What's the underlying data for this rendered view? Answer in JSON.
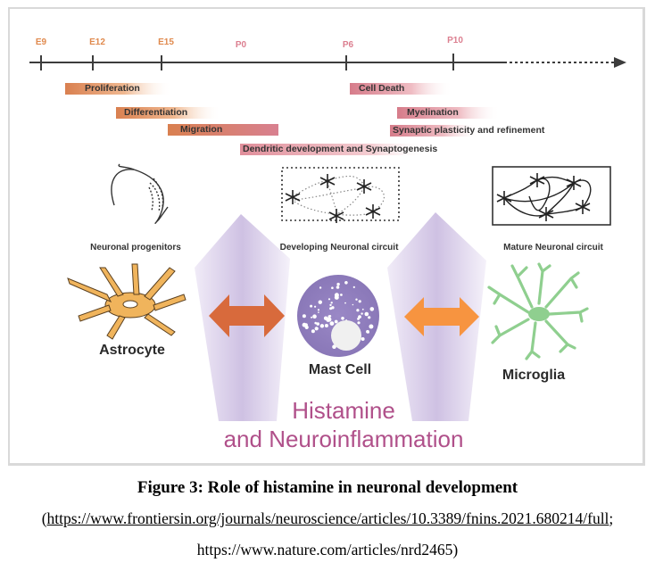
{
  "figure": {
    "timeline": {
      "ticks": [
        {
          "label": "E9",
          "color": "#e08a4e"
        },
        {
          "label": "E12",
          "color": "#e08a4e"
        },
        {
          "label": "E15",
          "color": "#e08a4e"
        },
        {
          "label": "P0",
          "color": "#dc7f90"
        },
        {
          "label": "P6",
          "color": "#dc7f90"
        },
        {
          "label": "P10",
          "color": "#dc7f90"
        }
      ],
      "phases": [
        {
          "label": "Proliferation",
          "color": "#d98050",
          "fade": true
        },
        {
          "label": "Differentiation",
          "color": "#d98050",
          "fade": true
        },
        {
          "label": "Migration",
          "color": "#d98050",
          "end_color": "#d88090",
          "fade": false
        },
        {
          "label": "Dendritic development and Synaptogenesis",
          "color": "#e08e9a",
          "fade": true
        },
        {
          "label": "Cell Death",
          "color": "#d67c8a",
          "fade": true
        },
        {
          "label": "Myelination",
          "color": "#d67c8a",
          "fade": true
        },
        {
          "label": "Synaptic plasticity and refinement",
          "color": "#d67c8a",
          "fade": true
        }
      ]
    },
    "circuits": {
      "progenitors": "Neuronal progenitors",
      "developing": "Developing Neuronal circuit",
      "mature": "Mature Neuronal circuit"
    },
    "cells": {
      "astrocyte": {
        "label": "Astrocyte",
        "color": "#f0b45c"
      },
      "mast_cell": {
        "label": "Mast Cell",
        "color": "#8f7dbd"
      },
      "microglia": {
        "label": "Microglia",
        "color": "#8fcf8f"
      }
    },
    "arrows": {
      "left_color": "#d86a3c",
      "right_color": "#f79440"
    },
    "center_title": {
      "line1": "Histamine",
      "line2": "and Neuroinflammation",
      "color": "#b0508a"
    }
  },
  "caption": {
    "title": "Figure 3: Role of histamine in neuronal development",
    "ref_open": "(",
    "ref1": "https://www.frontiersin.org/journals/neuroscience/articles/10.3389/fnins.2021.680214/full",
    "ref_sep": ";",
    "ref2": "https://www.nature.com/articles/nrd2465",
    "ref_close": ")"
  }
}
